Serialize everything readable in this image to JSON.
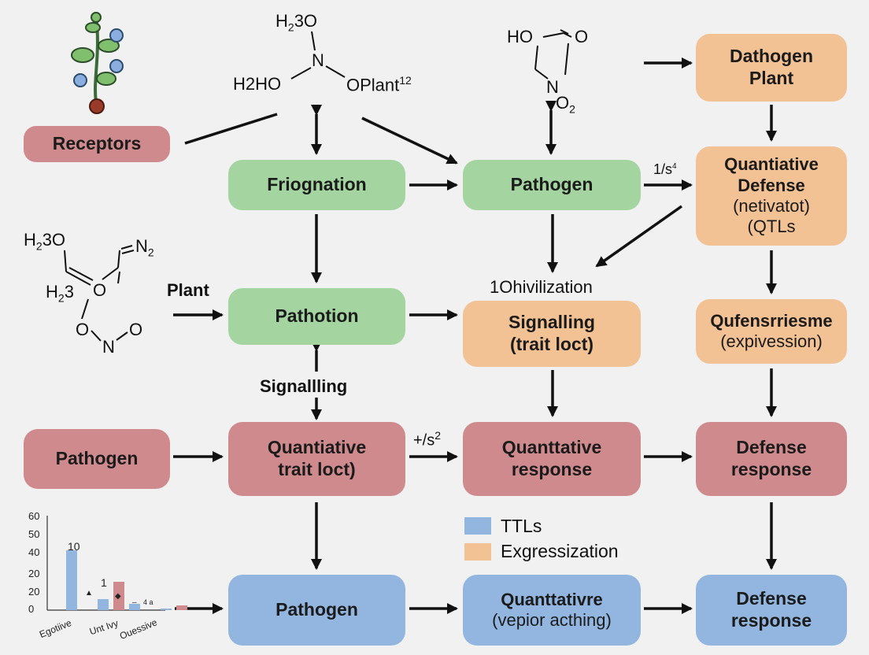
{
  "nodes": {
    "receptors": "Receptors",
    "friognation": "Friognation",
    "pathogen_top": "Pathogen",
    "dathogen_l1": "Dathogen",
    "dathogen_l2": "Plant",
    "qdef_l1": "Quantiative",
    "qdef_l2": "Defense",
    "qdef_l3": "(netivatot)",
    "qdef_l4": "(QTLs",
    "pathotion": "Pathotion",
    "signalling_l1": "Signalling",
    "signalling_l2": "(trait loct)",
    "qufens_l1": "Qufensrriesme",
    "qufens_l2": "(expivession)",
    "pathogen_left": "Pathogen",
    "qtrait_l1": "Quantiative",
    "qtrait_l2": "trait loct)",
    "qresp_l1": "Quanttative",
    "qresp_l2": "response",
    "defresp_red_l1": "Defense",
    "defresp_red_l2": "response",
    "pathogen_blue": "Pathogen",
    "qvap_l1": "Quanttativre",
    "qvap_l2": "(vepior acthing)",
    "defresp_blue_l1": "Defense",
    "defresp_blue_l2": "response"
  },
  "labels": {
    "plant": "Plant",
    "signalling": "Signallling",
    "ohivilization": "1Ohivilization",
    "ratio_top": "1/s",
    "ratio_top_sup": "4",
    "ratio_mid": "+/s",
    "ratio_mid_sup": "2"
  },
  "chem": {
    "h2o_top_a": "H",
    "h2o_top_sub": "2",
    "h2o_top_b": "3O",
    "n_top": "N",
    "h2ho": "H2HO",
    "oplant": "OPlant",
    "oplant_sup": "12",
    "ho": "HO",
    "o_right": "O",
    "n_mid": "N",
    "o2": "O",
    "o2_sub": "2",
    "h2o_left": "H",
    "h2o_left_sub": "2",
    "h2o_left_b": "3O",
    "n2": "N",
    "n2_sub": "2",
    "h23": "H",
    "h23_sub": "2",
    "h23_b": "3",
    "o_ring": "O",
    "o_bottom1": "O",
    "n_bottom": "N",
    "o_bottom2": "O"
  },
  "legend": [
    {
      "label": "TTLs",
      "color": "#92b6e0"
    },
    {
      "label": "Exgressization",
      "color": "#f2c194"
    }
  ],
  "chart_data": {
    "type": "bar",
    "categories": [
      "Egotiive",
      "Unt Ivy",
      "Ouessive",
      ""
    ],
    "series": [
      {
        "color": "#92b6e0",
        "values": [
          38,
          7,
          4,
          1
        ]
      },
      {
        "color": "#cf8a8d",
        "values": [
          0,
          18,
          0,
          3
        ]
      }
    ],
    "yticks": [
      "60",
      "50",
      "40",
      "20",
      "20",
      "0"
    ],
    "ylim": [
      0,
      60
    ],
    "annotations": [
      "10",
      "1",
      "▲",
      "◆",
      "–",
      "4 a"
    ]
  },
  "colors": {
    "green": "#a4d4a0",
    "red": "#cf8a8d",
    "orange": "#f2c194",
    "blue": "#92b6e0"
  }
}
